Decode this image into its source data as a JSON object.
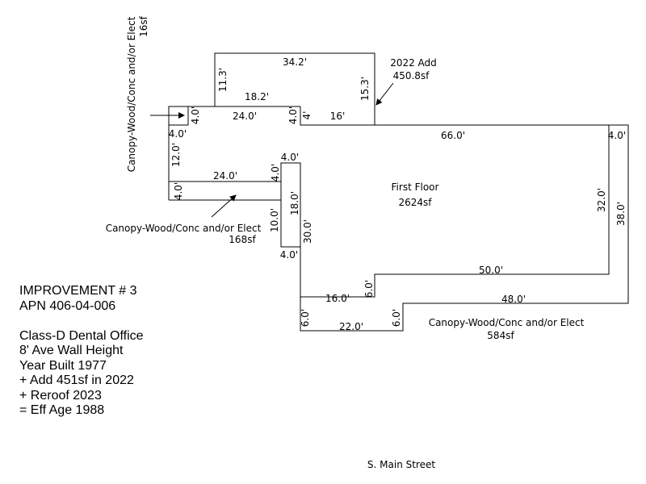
{
  "improvement": {
    "title": "IMPROVEMENT # 3",
    "apn": "APN 406-04-006",
    "class": "Class-D Dental Office",
    "wall_height": "8' Ave Wall Height",
    "year_built": "Year Built 1977",
    "addition": "+ Add 451sf in 2022",
    "reroof": "+ Reroof 2023",
    "eff_age": "= Eff Age 1988"
  },
  "street": "S. Main Street",
  "areas": {
    "first_floor": {
      "name": "First Floor",
      "size": "2624sf"
    },
    "add_2022": {
      "name": "2022 Add",
      "size": "450.8sf"
    },
    "canopy_168": {
      "name": "Canopy-Wood/Conc and/or Elect",
      "size": "168sf"
    },
    "canopy_584": {
      "name": "Canopy-Wood/Conc and/or Elect",
      "size": "584sf"
    },
    "canopy_16": {
      "name": "Canopy-Wood/Conc and/or Elect",
      "size": "16sf"
    }
  },
  "dims": {
    "d1": "34.2'",
    "d2": "11.3'",
    "d3": "15.3'",
    "d4": "18.2'",
    "d5": "24.0'",
    "d6": "4.0'",
    "d7": "4.0'",
    "d8": "4'",
    "d9": "16'",
    "d10": "66.0'",
    "d11": "4.0'",
    "d12": "4.0'",
    "d13": "12.0'",
    "d14": "24.0'",
    "d15": "4.0'",
    "d16": "4.0'",
    "d17": "4.0'",
    "d18": "18.0'",
    "d19": "10.0'",
    "d20": "30.0'",
    "d21": "4.0'",
    "d22": "32.0'",
    "d23": "38.0'",
    "d24": "50.0'",
    "d25": "6.0'",
    "d26": "16.0'",
    "d27": "48.0'",
    "d28": "6.0'",
    "d29": "22.0'",
    "d30": "6.0'"
  }
}
